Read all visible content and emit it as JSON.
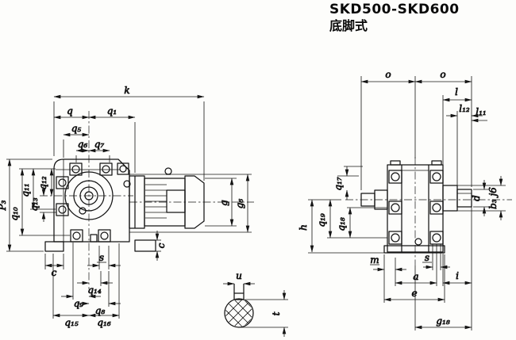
{
  "title": {
    "model": "SKD500-SKD600",
    "mount": "底脚式"
  },
  "front": {
    "k": "k",
    "q": "q",
    "q1": "q₁",
    "q5": "q₅",
    "q6": "q₆",
    "q7": "q₇",
    "p3": "P₃",
    "q10": "q₁₀",
    "q11": "q₁₁",
    "q12": "q₁₂",
    "q13": "q₁₃",
    "c_foot": "c",
    "s": "s",
    "q14": "q₁₄",
    "q9": "q₉",
    "q8": "q₈",
    "q15": "q₁₅",
    "q16": "q₁₆",
    "g": "g",
    "g6": "g₆",
    "c_pad": "c"
  },
  "detail": {
    "u": "u",
    "t": "t"
  },
  "side": {
    "o_left": "o",
    "o_right": "o",
    "l": "l",
    "l12": "l₁₂",
    "l11": "l₁₁",
    "q17": "q₁₇",
    "q18": "q₁₈",
    "q19": "q₁₉",
    "h": "h",
    "m": "m",
    "s": "s",
    "a": "a",
    "e": "e",
    "i": "i",
    "g18": "g₁₈",
    "d": "d",
    "b3": "b₃ j6"
  }
}
